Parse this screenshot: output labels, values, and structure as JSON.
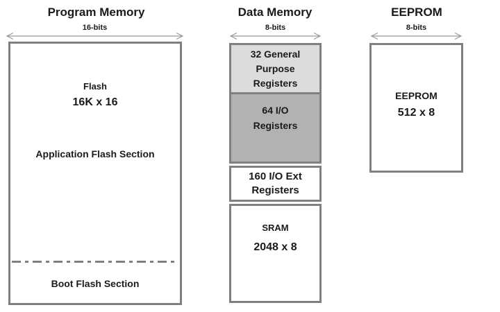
{
  "colors": {
    "box_border_gray": "#808080",
    "gpr_fill_light_gray": "#dcdcdc",
    "io_fill_medium_gray": "#b2b2b2",
    "arrow_gray": "#999999",
    "text_black": "#1a1a1a",
    "background": "#ffffff"
  },
  "program_memory": {
    "title": "Program Memory",
    "bus_width_label": "16-bits",
    "flash_name": "Flash",
    "flash_size": "16K x 16",
    "application_section_label": "Application Flash Section",
    "boot_section_label": "Boot Flash Section"
  },
  "data_memory": {
    "title": "Data Memory",
    "bus_width_label": "8-bits",
    "general_purpose_registers": "32 General\nPurpose\nRegisters",
    "io_registers": "64 I/O\nRegisters",
    "io_ext_registers": "160 I/O Ext\nRegisters",
    "sram_name": "SRAM",
    "sram_size": "2048 x 8"
  },
  "eeprom": {
    "title": "EEPROM",
    "bus_width_label": "8-bits",
    "eeprom_name": "EEPROM",
    "eeprom_size": "512 x 8"
  }
}
